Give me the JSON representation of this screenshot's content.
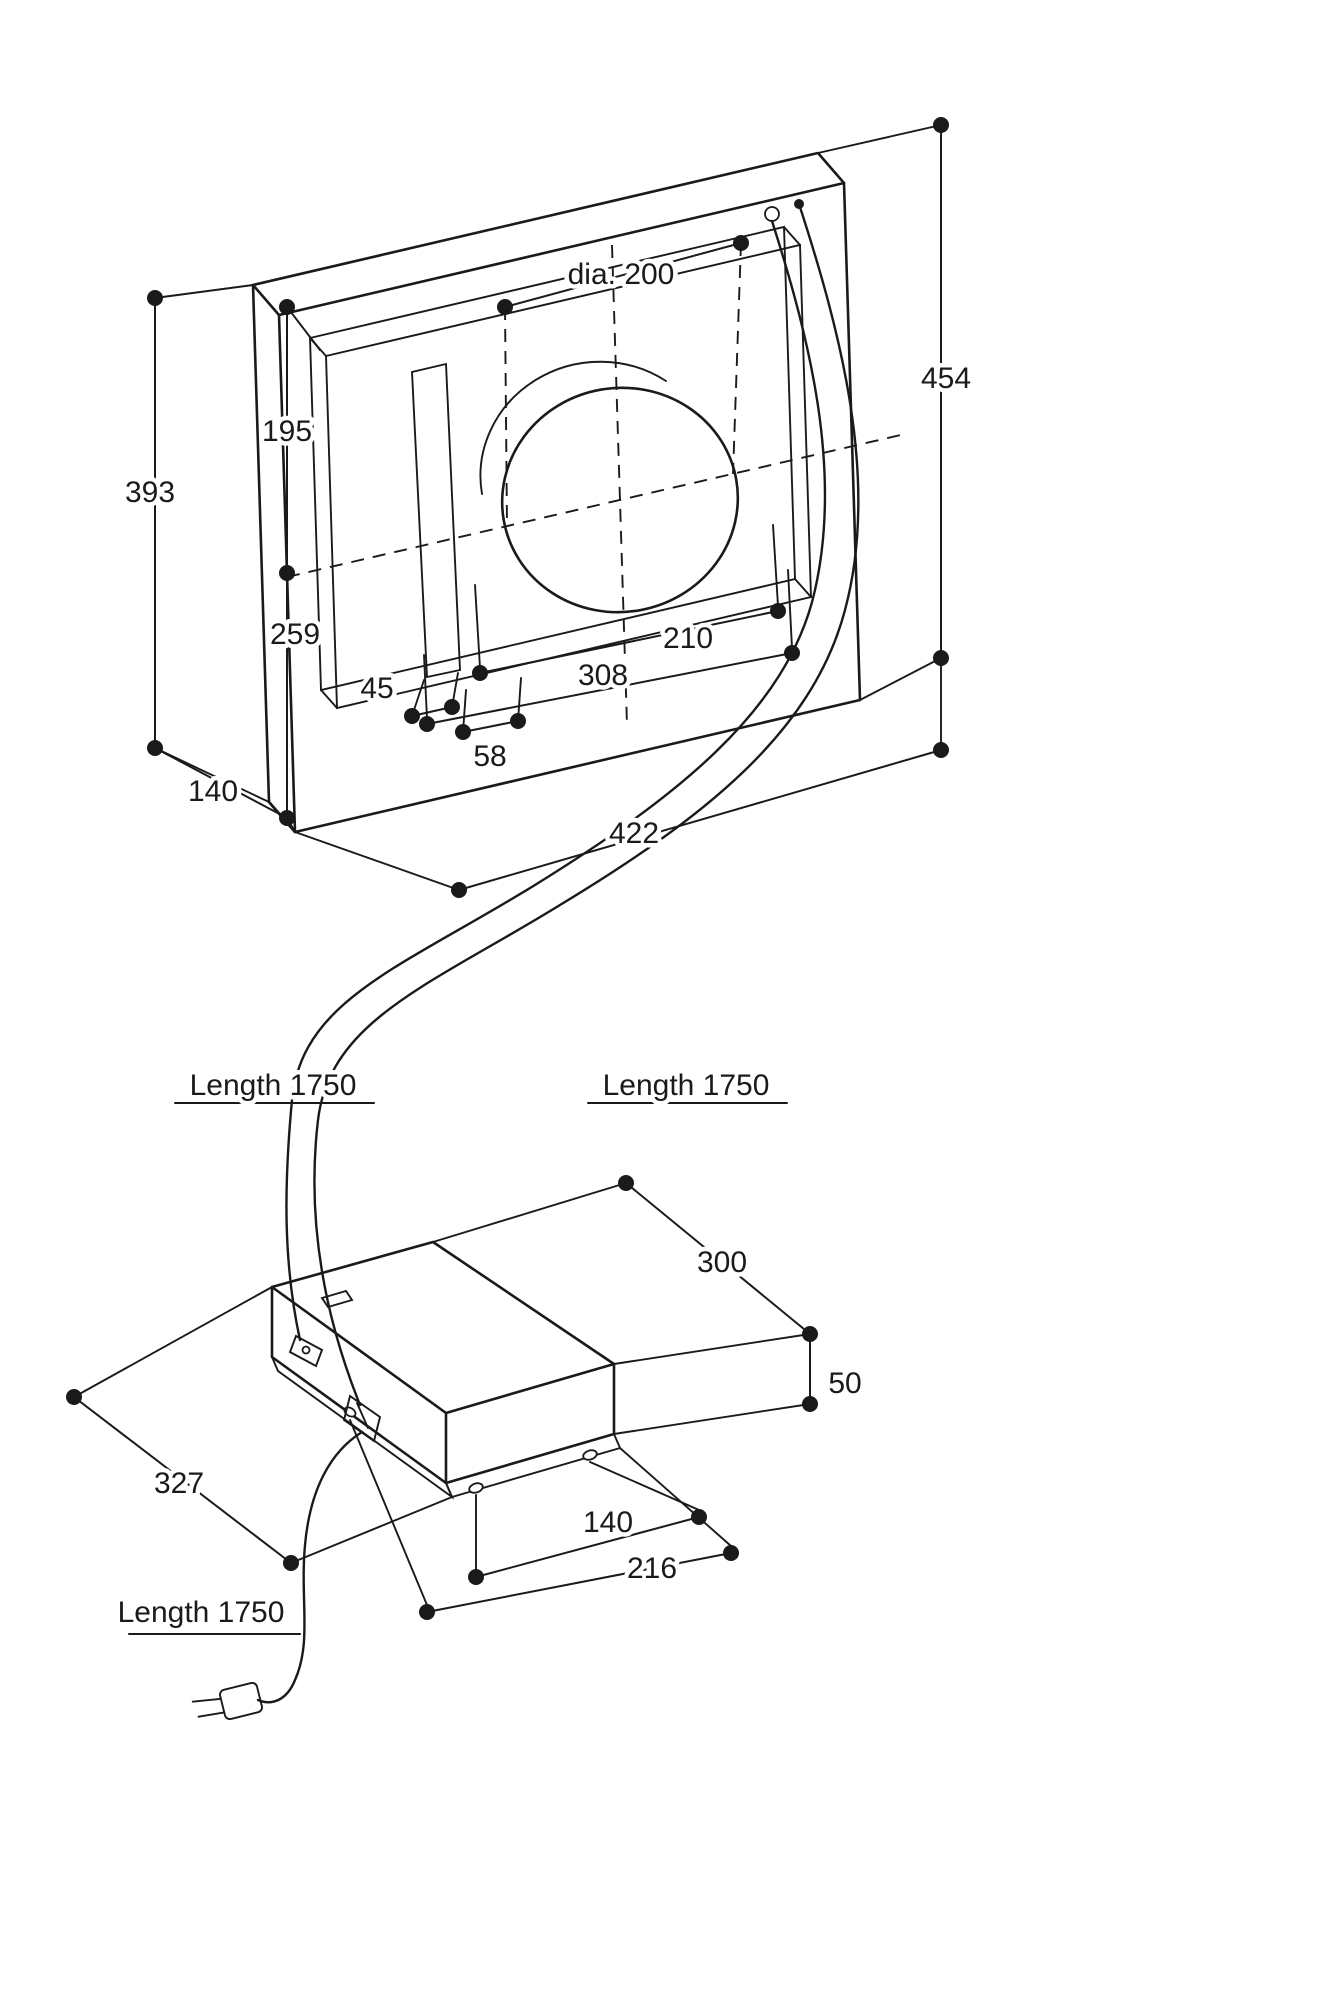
{
  "canvas": {
    "background": "#ffffff",
    "line_color": "#1a1a1a"
  },
  "housing": {
    "dims": {
      "diameter": "dia. 200",
      "height_total": "454",
      "height_left": "393",
      "top_to_center": "195",
      "center_to_bottom": "259",
      "hole_spacing_inner": "210",
      "hole_spacing_outer": "308",
      "flange_offset": "45",
      "flange_width": "58",
      "depth": "140",
      "width": "422"
    }
  },
  "cables": {
    "left_label": "Length 1750",
    "right_label": "Length 1750",
    "power_label": "Length 1750"
  },
  "blower": {
    "dims": {
      "width": "300",
      "height": "50",
      "length": "327",
      "hole_spacing": "140",
      "mount_width": "216"
    }
  }
}
